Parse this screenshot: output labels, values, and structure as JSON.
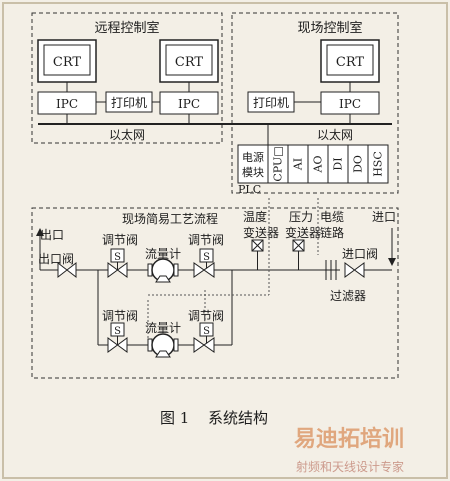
{
  "remote_room": {
    "title": "远程控制室",
    "crt_left": "CRT",
    "crt_right": "CRT",
    "ipc_left": "IPC",
    "ipc_right": "IPC",
    "printer": "打印机",
    "ethernet": "以太网"
  },
  "field_room": {
    "title": "现场控制室",
    "crt": "CRT",
    "printer": "打印机",
    "ipc": "IPC",
    "ethernet": "以太网"
  },
  "plc": {
    "label": "PLC",
    "power_module": [
      "电源",
      "模块"
    ],
    "modules": [
      "CPU□",
      "AI",
      "AO",
      "DI",
      "DO",
      "HSC"
    ]
  },
  "process": {
    "title": "现场简易工艺流程",
    "outlet": "出口",
    "outlet_valve": "出口阀",
    "regulating_valve_1": "调节阀",
    "regulating_valve_2": "调节阀",
    "regulating_valve_3": "调节阀",
    "regulating_valve_4": "调节阀",
    "valve_symbol": "S",
    "flowmeter_1": "流量计",
    "flowmeter_2": "流量计",
    "temperature_transmitter": [
      "温度",
      "变送器"
    ],
    "pressure_transmitter": [
      "压力",
      "变送器"
    ],
    "cable_link": [
      "电缆",
      "链路"
    ],
    "inlet": "进口",
    "inlet_valve": "进口阀",
    "filter": "过滤器"
  },
  "caption": {
    "fig": "图 1",
    "title": "系统结构"
  },
  "watermark": {
    "brand": "易迪拓培训",
    "tagline": "射频和天线设计专家"
  }
}
